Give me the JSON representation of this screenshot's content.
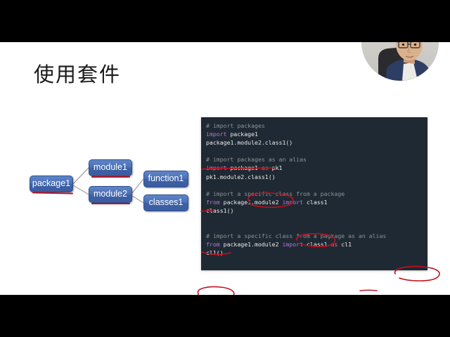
{
  "slide": {
    "title": "使用套件",
    "background_color": "#ffffff"
  },
  "letterbox": {
    "color": "#000000",
    "top_label": "top-letterbox-bar",
    "bottom_label": "bottom-letterbox-bar"
  },
  "diagram": {
    "name": "package-structure-diagram",
    "node_color": "#4a6fb5",
    "underline_color": "#c0121f",
    "connector_color": "#808080",
    "nodes": [
      {
        "id": "package1",
        "label": "package1",
        "underlined": true
      },
      {
        "id": "module1",
        "label": "module1",
        "underlined": true
      },
      {
        "id": "module2",
        "label": "module2",
        "underlined": true
      },
      {
        "id": "function1",
        "label": "function1",
        "underlined": false
      },
      {
        "id": "classes1",
        "label": "classes1",
        "underlined": false
      }
    ],
    "edges": [
      {
        "from": "package1",
        "to": "module1"
      },
      {
        "from": "package1",
        "to": "module2"
      },
      {
        "from": "module2",
        "to": "function1"
      },
      {
        "from": "module2",
        "to": "classes1"
      }
    ]
  },
  "code_block": {
    "name": "python-import-examples",
    "background_color": "#1f2933",
    "comment_color": "#8c9196",
    "keyword_color": "#b379d8",
    "alias_keyword_color": "#d4706a",
    "text_color": "#eaeaea",
    "lines": [
      {
        "id": "l1",
        "segments": [
          {
            "t": "# import packages",
            "c": "comment"
          }
        ]
      },
      {
        "id": "l2",
        "segments": [
          {
            "t": "import",
            "c": "kw"
          },
          {
            "t": " package1",
            "c": "plain"
          }
        ]
      },
      {
        "id": "l3",
        "segments": [
          {
            "t": "package1.module2.class1()",
            "c": "plain"
          }
        ]
      },
      {
        "id": "l4",
        "segments": [
          {
            "t": "",
            "c": "plain"
          }
        ]
      },
      {
        "id": "l5",
        "segments": [
          {
            "t": "# import packages as an alias",
            "c": "comment"
          }
        ]
      },
      {
        "id": "l6",
        "segments": [
          {
            "t": "import",
            "c": "kw"
          },
          {
            "t": " package1 ",
            "c": "plain"
          },
          {
            "t": "as",
            "c": "as"
          },
          {
            "t": " pk1",
            "c": "plain"
          }
        ]
      },
      {
        "id": "l7",
        "segments": [
          {
            "t": "pk1.module2.class1()",
            "c": "plain"
          }
        ]
      },
      {
        "id": "l8",
        "segments": [
          {
            "t": "",
            "c": "plain"
          }
        ]
      },
      {
        "id": "l9",
        "segments": [
          {
            "t": "# import a specific class from a package",
            "c": "comment"
          }
        ]
      },
      {
        "id": "l10",
        "segments": [
          {
            "t": "from",
            "c": "kw"
          },
          {
            "t": " package1.module2 ",
            "c": "plain"
          },
          {
            "t": "import",
            "c": "kw"
          },
          {
            "t": " class1",
            "c": "plain"
          }
        ]
      },
      {
        "id": "l11",
        "segments": [
          {
            "t": "class1()",
            "c": "plain"
          }
        ]
      },
      {
        "id": "l12",
        "segments": [
          {
            "t": "",
            "c": "plain"
          }
        ]
      },
      {
        "id": "l13",
        "segments": [
          {
            "t": "",
            "c": "plain"
          }
        ]
      },
      {
        "id": "l14",
        "segments": [
          {
            "t": "# import a specific class from a pagkage as an alias",
            "c": "comment"
          }
        ]
      },
      {
        "id": "l15",
        "segments": [
          {
            "t": "from",
            "c": "kw"
          },
          {
            "t": " package1.module2 ",
            "c": "plain"
          },
          {
            "t": "import",
            "c": "kw"
          },
          {
            "t": " class1 ",
            "c": "plain"
          },
          {
            "t": "as",
            "c": "as"
          },
          {
            "t": " cl1",
            "c": "plain"
          }
        ]
      },
      {
        "id": "l16",
        "segments": [
          {
            "t": "cl1()",
            "c": "plain"
          }
        ]
      }
    ]
  },
  "annotations": {
    "name": "red-ink-annotations",
    "color": "#c0121f",
    "marks": [
      {
        "id": "u-package1-module2-class1",
        "type": "underline",
        "target": "package1.module2.class1()"
      },
      {
        "id": "c-as-pk1",
        "type": "circle",
        "target": "as pk1"
      },
      {
        "id": "u-pk1",
        "type": "underline",
        "target": "pk1"
      },
      {
        "id": "c-class1",
        "type": "circle",
        "target": "class1"
      },
      {
        "id": "u-class1-call",
        "type": "underline",
        "target": "class1()"
      },
      {
        "id": "c-an-alias",
        "type": "circle",
        "target": "an alias"
      },
      {
        "id": "u-as",
        "type": "underline",
        "target": "as"
      },
      {
        "id": "c-cl1-call",
        "type": "circle",
        "target": "cl1()"
      }
    ]
  },
  "webcam": {
    "name": "presenter-webcam-bubble",
    "shape": "circle",
    "background_color": "#cfcdc9"
  }
}
